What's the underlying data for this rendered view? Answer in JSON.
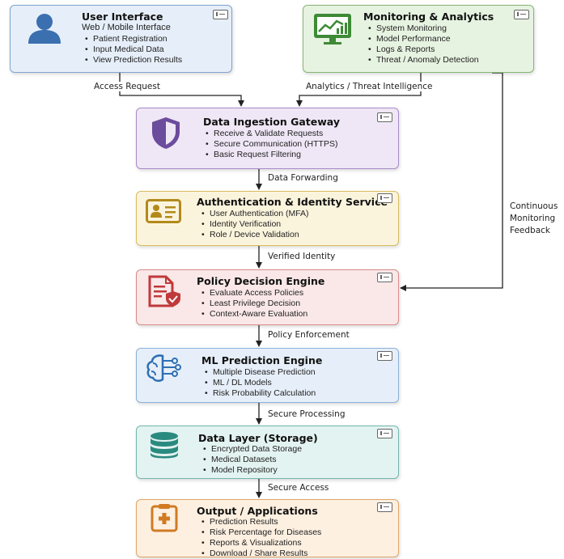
{
  "boxes": {
    "ui": {
      "title": "User Interface",
      "subtitle": "Web / Mobile Interface",
      "items": [
        "Patient Registration",
        "Input Medical Data",
        "View Prediction Results"
      ]
    },
    "monitoring": {
      "title": "Monitoring & Analytics",
      "items": [
        "System Monitoring",
        "Model Performance",
        "Logs & Reports",
        "Threat / Anomaly Detection"
      ]
    },
    "gateway": {
      "title": "Data Ingestion Gateway",
      "items": [
        "Receive & Validate Requests",
        "Secure Communication (HTTPS)",
        "Basic Request Filtering"
      ]
    },
    "auth": {
      "title": "Authentication & Identity Service",
      "items": [
        "User Authentication (MFA)",
        "Identity Verification",
        "Role / Device Validation"
      ]
    },
    "policy": {
      "title": "Policy Decision Engine",
      "items": [
        "Evaluate Access Policies",
        "Least Privilege Decision",
        "Context-Aware Evaluation"
      ]
    },
    "ml": {
      "title": "ML Prediction Engine",
      "items": [
        "Multiple Disease Prediction",
        "ML / DL Models",
        "Risk Probability Calculation"
      ]
    },
    "data": {
      "title": "Data Layer (Storage)",
      "items": [
        "Encrypted Data Storage",
        "Medical Datasets",
        "Model Repository"
      ]
    },
    "output": {
      "title": "Output / Applications",
      "items": [
        "Prediction Results",
        "Risk Percentage for Diseases",
        "Reports & Visualizations",
        "Download / Share Results"
      ]
    }
  },
  "connectors": {
    "access_request": "Access Request",
    "analytics": "Analytics / Threat Intelligence",
    "data_forwarding": "Data Forwarding",
    "verified_identity": "Verified Identity",
    "policy_enforcement": "Policy Enforcement",
    "secure_processing": "Secure Processing",
    "secure_access": "Secure Access",
    "feedback": "Continuous Monitoring Feedback"
  },
  "icons": {
    "ui": "user-icon",
    "monitoring": "chart-monitor-icon",
    "gateway": "shield-icon",
    "auth": "id-card-icon",
    "policy": "policy-document-icon",
    "ml": "brain-circuit-icon",
    "data": "database-icon",
    "output": "clipboard-plus-icon"
  },
  "colors": {
    "ui": {
      "fill": "#e6eff9",
      "border": "#7ea4cf",
      "icon": "#3a6fb0"
    },
    "monitoring": {
      "fill": "#e7f3e1",
      "border": "#86b774",
      "icon": "#3e8a36"
    },
    "gateway": {
      "fill": "#efe7f6",
      "border": "#a88cc8",
      "icon": "#6c4c9c"
    },
    "auth": {
      "fill": "#fbf4dd",
      "border": "#d9bd60",
      "icon": "#b38a1a"
    },
    "policy": {
      "fill": "#fae8e8",
      "border": "#d98b8b",
      "icon": "#c0393b"
    },
    "ml": {
      "fill": "#e6eff9",
      "border": "#8bb1d9",
      "icon": "#2f6fb5"
    },
    "data": {
      "fill": "#e3f3f1",
      "border": "#74b5ad",
      "icon": "#2a8a80"
    },
    "output": {
      "fill": "#fdf0e1",
      "border": "#e0a765",
      "icon": "#d17a22"
    }
  }
}
